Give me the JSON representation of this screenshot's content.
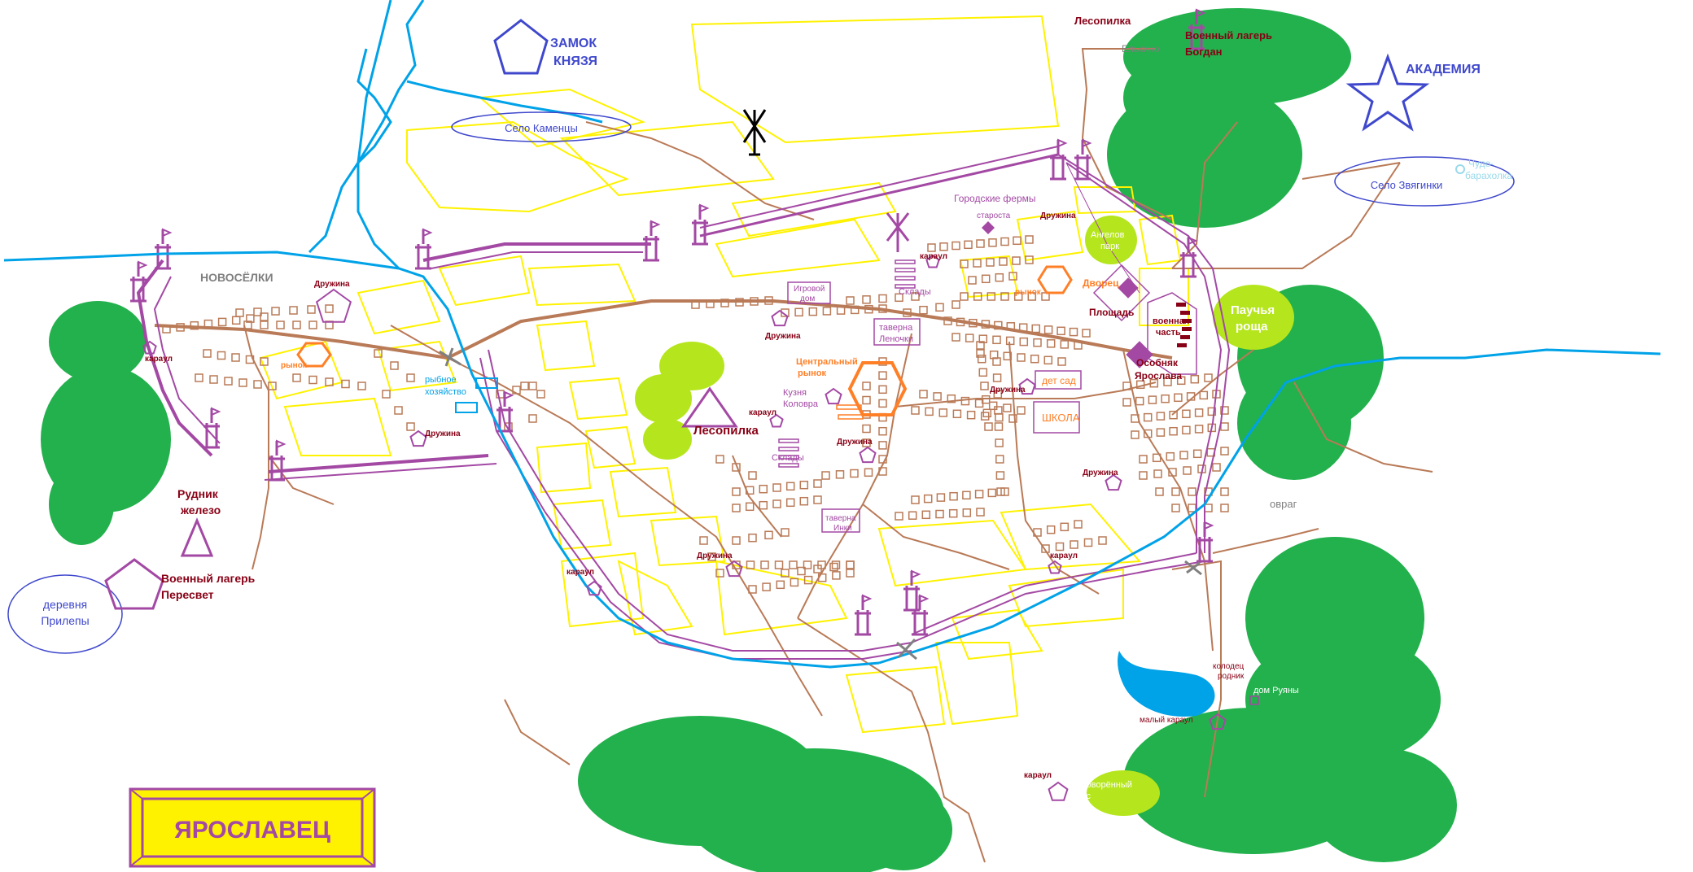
{
  "colors": {
    "forest": "#22b14c",
    "grove": "#b5e61d",
    "river": "#00a2e8",
    "road": "#b97a57",
    "field": "#fff200",
    "wall": "#a349a4",
    "text_red": "#880015",
    "text_blue": "#3f48cc",
    "text_orange": "#ff7f27"
  },
  "map": {
    "title": "ЯРОСЛАВЕЦ",
    "castle": "ЗАМОК",
    "castle2": "КНЯЗЯ",
    "academy": "АКАДЕМИЯ",
    "kamentsy": "Село Каменцы",
    "zvyaginki": "Село Звягинки",
    "chudo": "Чудо-",
    "baraholka": "барахолка",
    "lesopilka_top": "Лесопилка",
    "elkino": "Елькино",
    "camp_bogdan_1": "Военный лагерь",
    "camp_bogdan_2": "Богдан",
    "novoselki": "НОВОСЁЛКИ",
    "druzhina": "Дружина",
    "rynok": "рынок",
    "karaul": "караул",
    "rybnoe1": "рыбное",
    "rybnoe2": "хозяйство",
    "rudnik1": "Рудник",
    "rudnik2": "железо",
    "camp_peresvet_1": "Военный лагерь",
    "camp_peresvet_2": "Пересвет",
    "prilepy1": "деревня",
    "prilepy2": "Прилепы",
    "lesopilka_mid": "Лесопилка",
    "igrovoy1": "Игровой",
    "igrovoy2": "дом",
    "taverna1": "таверна",
    "taverna_lenochki": "Леночки",
    "central1": "Центральный",
    "central2": "рынок",
    "kuzya1": "Кузня",
    "kuzya2": "Коловра",
    "sklady": "Склады",
    "farms": "Городские фермы",
    "starosta": "староста",
    "angelov1": "Ангелов",
    "angelov2": "парк",
    "dvorets": "Дворец",
    "ploshad": "Площадь",
    "voennaya1": "военная",
    "voennaya2": "часть",
    "osobnyak1": "Особняк",
    "osobnyak2": "Ярослава",
    "pauchya1": "Паучья",
    "pauchya2": "роща",
    "detsad": "дет сад",
    "school": "ШКОЛА",
    "taverna_inki": "Инки",
    "ovrag": "овраг",
    "kolodets1": "колодец",
    "kolodets2": "родник",
    "dom_ruyany": "дом Руяны",
    "maly_karaul": "малый караул",
    "zagovor1": "Заговорённый",
    "zagovor2": "лес"
  }
}
